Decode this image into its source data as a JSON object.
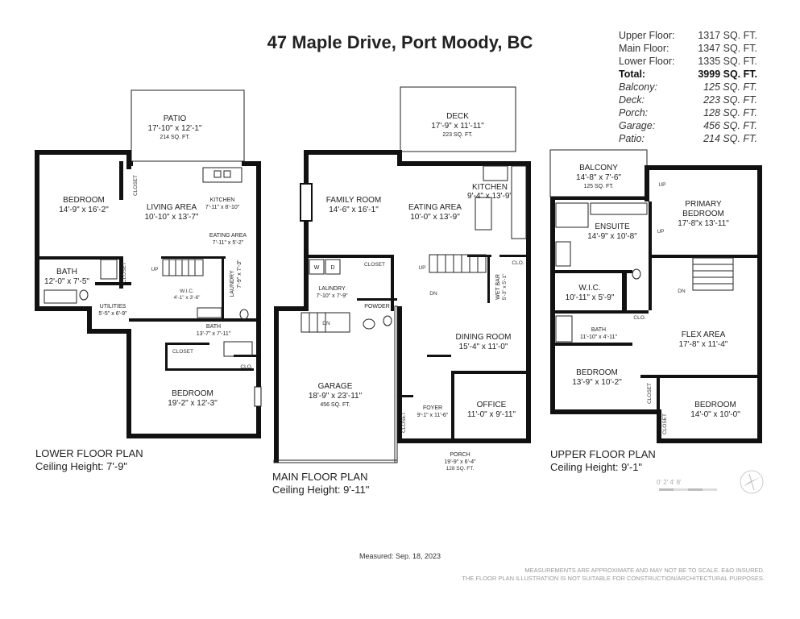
{
  "title": "47 Maple Drive, Port Moody, BC",
  "areas": [
    {
      "label": "Upper Floor:",
      "value": "1317 SQ. FT.",
      "style": "normal"
    },
    {
      "label": "Main Floor:",
      "value": "1347 SQ. FT.",
      "style": "normal"
    },
    {
      "label": "Lower Floor:",
      "value": "1335 SQ. FT.",
      "style": "normal"
    },
    {
      "label": "Total:",
      "value": "3999 SQ. FT.",
      "style": "bold"
    },
    {
      "label": "Balcony:",
      "value": "125 SQ. FT.",
      "style": "ital"
    },
    {
      "label": "Deck:",
      "value": "223 SQ. FT.",
      "style": "ital"
    },
    {
      "label": "Porch:",
      "value": "128 SQ. FT.",
      "style": "ital"
    },
    {
      "label": "Garage:",
      "value": "456 SQ. FT.",
      "style": "ital"
    },
    {
      "label": "Patio:",
      "value": "214 SQ. FT.",
      "style": "ital"
    }
  ],
  "plans": {
    "lower": {
      "name": "LOWER FLOOR PLAN",
      "ceiling": "Ceiling Height: 7'-9\""
    },
    "main": {
      "name": "MAIN FLOOR PLAN",
      "ceiling": "Ceiling Height: 9'-11\""
    },
    "upper": {
      "name": "UPPER FLOOR PLAN",
      "ceiling": "Ceiling Height: 9'-1\""
    }
  },
  "rooms": {
    "lower": {
      "patio": {
        "name": "PATIO",
        "dims": "17'-10\" x 12'-1\"",
        "area": "214 SQ. FT."
      },
      "bedroom1": {
        "name": "BEDROOM",
        "dims": "14'-9\" x 16'-2\""
      },
      "living": {
        "name": "LIVING AREA",
        "dims": "10'-10\" x 13'-7\""
      },
      "kitchen": {
        "name": "KITCHEN",
        "dims": "7'-11\" x 8'-10\""
      },
      "eating": {
        "name": "EATING AREA",
        "dims": "7'-11\" x 5'-2\""
      },
      "bath1": {
        "name": "BATH",
        "dims": "12'-0\" x 7'-5\""
      },
      "utilities": {
        "name": "UTILITIES",
        "dims": "5'-5\" x 6'-9\""
      },
      "wic": {
        "name": "W.I.C.",
        "dims": "4'-1\" x 3'-6\""
      },
      "laundry": {
        "name": "LAUNDRY",
        "dims": "7'-9\" x 7'-3\""
      },
      "bath2": {
        "name": "BATH",
        "dims": "13'-7\" x 7'-11\""
      },
      "bedroom2": {
        "name": "BEDROOM",
        "dims": "19'-2\" x 12'-3\""
      },
      "closet": "CLOSET",
      "clo": "CLO.",
      "up": "UP"
    },
    "main": {
      "deck": {
        "name": "DECK",
        "dims": "17'-9\" x  11'-11\"",
        "area": "223 SQ. FT."
      },
      "family": {
        "name": "FAMILY ROOM",
        "dims": "14'-6\" x 16'-1\""
      },
      "eating": {
        "name": "EATING AREA",
        "dims": "10'-0\" x 13'-9\""
      },
      "kitchen": {
        "name": "KITCHEN",
        "dims": "9'-4\" x 13'-9\""
      },
      "laundry": {
        "name": "LAUNDRY",
        "dims": "7'-10\" x 7'-9\""
      },
      "powder": {
        "name": "POWDER"
      },
      "wetbar": {
        "name": "WET BAR",
        "dims": "5'-3\" x 5'-1\""
      },
      "dining": {
        "name": "DINING ROOM",
        "dims": "15'-4\" x 11'-0\""
      },
      "garage": {
        "name": "GARAGE",
        "dims": "18'-9\" x 23'-11\"",
        "area": "456 SQ. FT."
      },
      "foyer": {
        "name": "FOYER",
        "dims": "9'-1\" x 11'-6\""
      },
      "office": {
        "name": "OFFICE",
        "dims": "11'-0\" x 9'-11\""
      },
      "porch": {
        "name": "PORCH",
        "dims": "19'-9\" x 6'-4\"",
        "area": "128 SQ. FT."
      },
      "closet": "CLOSET",
      "clo": "CLO.",
      "w": "W",
      "d": "D",
      "up": "UP",
      "dn": "DN"
    },
    "upper": {
      "balcony": {
        "name": "BALCONY",
        "dims": "14'-8\" x 7'-6\"",
        "area": "125 SQ. FT."
      },
      "primary": {
        "name": "PRIMARY",
        "name2": "BEDROOM",
        "dims": "17'-8\"x  13'-11\""
      },
      "ensuite": {
        "name": "ENSUITE",
        "dims": "14'-9\" x 10'-8\""
      },
      "wic": {
        "name": "W.I.C.",
        "dims": "10'-11\" x 5'-9\""
      },
      "bath": {
        "name": "BATH",
        "dims": "11'-10\" x 4'-11\""
      },
      "flex": {
        "name": "FLEX AREA",
        "dims": "17'-8\" x 11'-4\""
      },
      "bedroom1": {
        "name": "BEDROOM",
        "dims": "13'-9\" x 10'-2\""
      },
      "bedroom2": {
        "name": "BEDROOM",
        "dims": "14'-0\" x 10'-0\""
      },
      "closet": "CLOSET",
      "clo": "CLO.",
      "up": "UP",
      "dn": "DN"
    }
  },
  "scale": "0'  2'  4'      8'",
  "measured": "Measured: Sep. 18, 2023",
  "disclaimer1": "MEASUREMENTS ARE APPROXIMATE AND MAY NOT BE TO SCALE. E&O INSURED.",
  "disclaimer2": "THE FLOOR PLAN ILLUSTRATION IS NOT SUITABLE FOR CONSTRUCTION/ARCHITECTURAL PURPOSES."
}
